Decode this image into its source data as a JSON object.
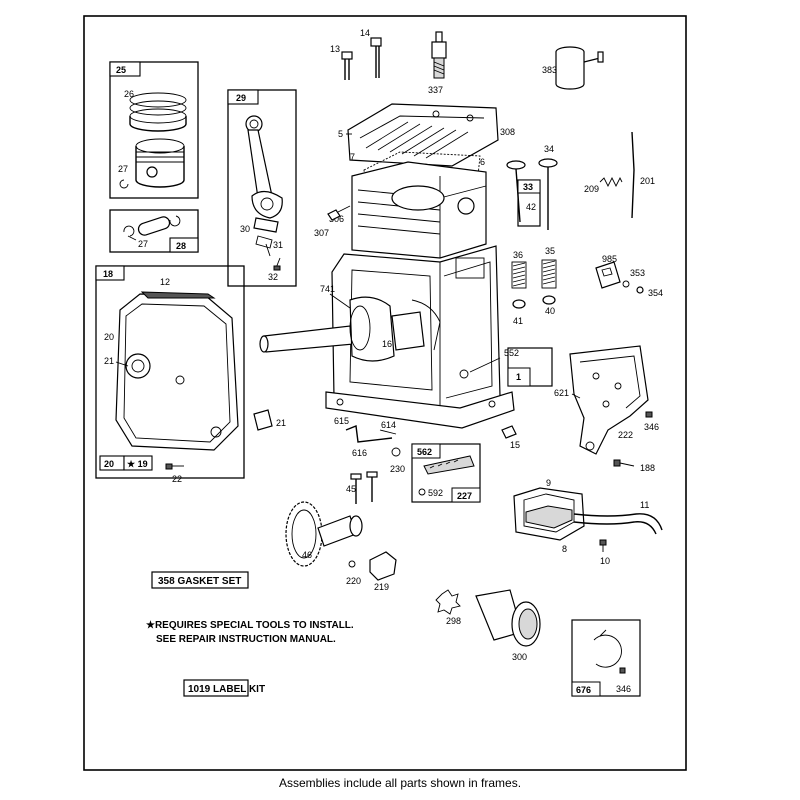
{
  "caption": "Assemblies include all parts shown in frames.",
  "notes": {
    "special_tools_line1": "★REQUIRES SPECIAL TOOLS TO INSTALL.",
    "special_tools_line2": "SEE REPAIR INSTRUCTION MANUAL.",
    "gasket_set": "358  GASKET SET",
    "label_kit": "1019 LABEL KIT"
  },
  "frames": {
    "f25": "25",
    "f29": "29",
    "f28": "28",
    "f18": "18",
    "f20": "20",
    "f19": "★ 19",
    "f1": "1",
    "f33": "33",
    "f562": "562",
    "f227": "227",
    "f676": "676"
  },
  "parts": {
    "p14": "14",
    "p13": "13",
    "p337": "337",
    "p383": "383",
    "p26": "26",
    "p27a": "27",
    "p27b": "27",
    "p30": "30",
    "p31": "31",
    "p32": "32",
    "p5": "5",
    "p308": "308",
    "p7": "7",
    "p6": "6",
    "p34": "34",
    "p201": "201",
    "p209": "209",
    "p42": "42",
    "p307": "307",
    "p306": "306",
    "p12": "12",
    "p741": "741",
    "p16": "16",
    "p36": "36",
    "p35": "35",
    "p985": "985",
    "p353": "353",
    "p354": "354",
    "p41": "41",
    "p40": "40",
    "p20": "20",
    "p21a": "21",
    "p21b": "21",
    "p552": "552",
    "p621": "621",
    "p222": "222",
    "p346a": "346",
    "p615": "615",
    "p614": "614",
    "p616": "616",
    "p230": "230",
    "p15": "15",
    "p188": "188",
    "p22": "22",
    "p592": "592",
    "p9": "9",
    "p11": "11",
    "p45": "45",
    "p46": "46",
    "p8": "8",
    "p10": "10",
    "p220": "220",
    "p219": "219",
    "p298": "298",
    "p300": "300",
    "p346b": "346"
  }
}
